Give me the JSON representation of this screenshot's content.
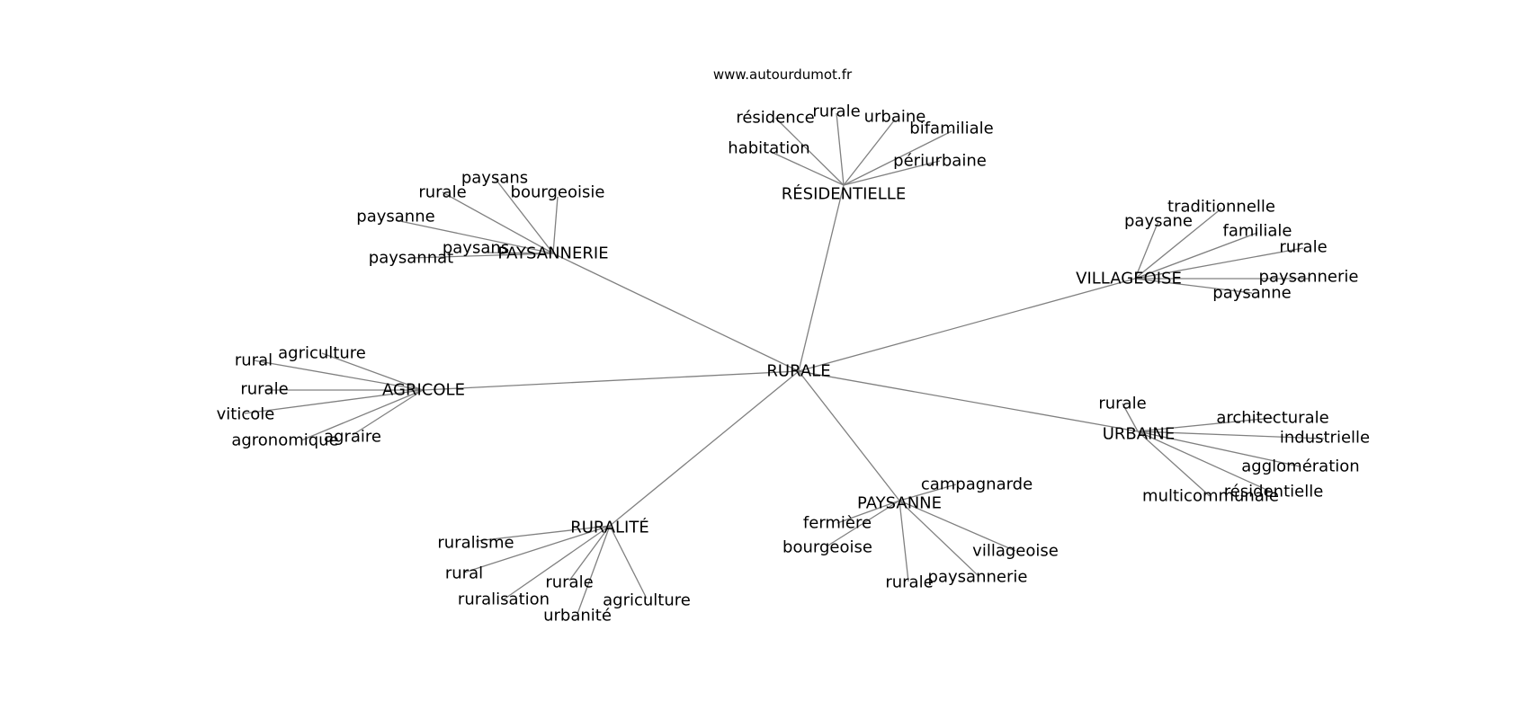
{
  "source": "www.autourdumot.fr",
  "colors": {
    "edge": "#808080",
    "text": "#000000",
    "background": "#ffffff"
  },
  "root": {
    "id": "rurale",
    "label": "RURALE"
  },
  "hubs": [
    {
      "id": "residentielle",
      "label": "RÉSIDENTIELLE",
      "leaves": [
        "résidence",
        "rurale",
        "urbaine",
        "bifamiliale",
        "habitation",
        "périurbaine"
      ]
    },
    {
      "id": "paysannerie",
      "label": "PAYSANNERIE",
      "leaves": [
        "paysans",
        "rurale",
        "bourgeoisie",
        "paysanne",
        "paysans",
        "paysannat"
      ]
    },
    {
      "id": "villageoise",
      "label": "VILLAGEOISE",
      "leaves": [
        "traditionnelle",
        "paysane",
        "familiale",
        "rurale",
        "paysannerie",
        "paysanne"
      ]
    },
    {
      "id": "agricole",
      "label": "AGRICOLE",
      "leaves": [
        "agriculture",
        "rural",
        "rurale",
        "viticole",
        "agronomique",
        "agraire"
      ]
    },
    {
      "id": "urbaine",
      "label": "URBAINE",
      "leaves": [
        "rurale",
        "architecturale",
        "industrielle",
        "agglomération",
        "résidentielle",
        "multicommunale"
      ]
    },
    {
      "id": "paysanne",
      "label": "PAYSANNE",
      "leaves": [
        "campagnarde",
        "fermière",
        "bourgeoise",
        "villageoise",
        "paysannerie",
        "rurale"
      ]
    },
    {
      "id": "ruralite",
      "label": "RURALITÉ",
      "leaves": [
        "ruralisme",
        "rural",
        "rurale",
        "ruralisation",
        "agriculture",
        "urbanité"
      ]
    }
  ]
}
